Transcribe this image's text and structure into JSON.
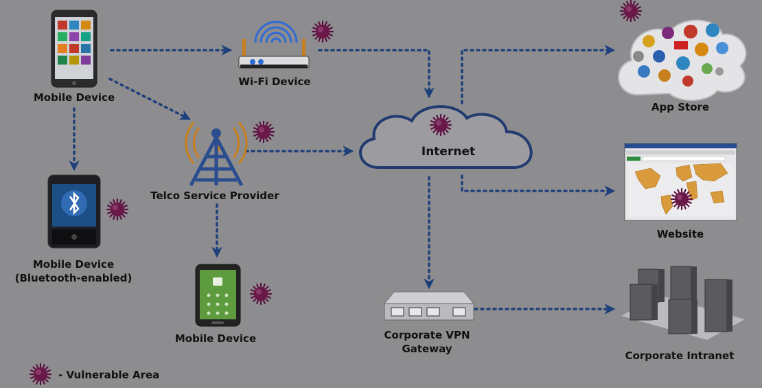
{
  "nodes": {
    "mobile_device_top": "Mobile Device",
    "wifi_device": "Wi-Fi Device",
    "telco_provider": "Telco Service Provider",
    "internet": "Internet",
    "app_store": "App Store",
    "website": "Website",
    "bluetooth_device_line1": "Mobile Device",
    "bluetooth_device_line2": "(Bluetooth-enabled)",
    "mobile_device_bottom": "Mobile Device",
    "vpn_gateway_line1": "Corporate VPN",
    "vpn_gateway_line2": "Gateway",
    "corporate_intranet": "Corporate Intranet"
  },
  "legend": {
    "text": "-  Vulnerable Area"
  },
  "colors": {
    "background": "#8d8d8f",
    "arrow": "#1d3f7c",
    "virus": "#6a1848",
    "cloud_fill": "#9c9ca0",
    "cloud_stroke": "#213a6f"
  }
}
